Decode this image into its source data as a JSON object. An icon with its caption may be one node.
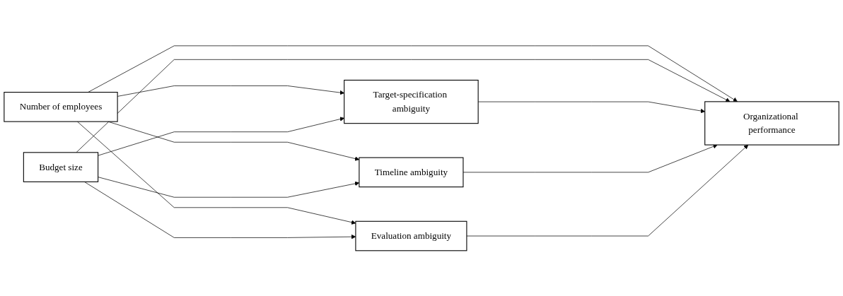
{
  "diagram": {
    "nodes": [
      {
        "text": [
          "Number of employees"
        ]
      },
      {
        "text": [
          "Budget size"
        ]
      },
      {
        "text": [
          "Target-specification ambiguity"
        ]
      },
      {
        "text": [
          "Timeline ambiguity"
        ]
      },
      {
        "text": [
          "Evaluation ambiguity"
        ]
      },
      {
        "text": [
          "Organizational performance"
        ]
      }
    ],
    "edges": [
      {
        "from": 0,
        "to": 2,
        "arrow": "to"
      },
      {
        "from": 0,
        "to": 3,
        "arrow": "to"
      },
      {
        "from": 0,
        "to": 4,
        "arrow": "to"
      },
      {
        "from": 0,
        "to": 5,
        "arrow": "to"
      },
      {
        "from": 1,
        "to": 2,
        "arrow": "to"
      },
      {
        "from": 1,
        "to": 3,
        "arrow": "to"
      },
      {
        "from": 1,
        "to": 4,
        "arrow": "to"
      },
      {
        "from": 1,
        "to": 5,
        "arrow": "to"
      },
      {
        "from": 2,
        "to": 5,
        "arrow": "to"
      },
      {
        "from": 3,
        "to": 5,
        "arrow": "to"
      },
      {
        "from": 4,
        "to": 5,
        "arrow": "to"
      }
    ]
  }
}
